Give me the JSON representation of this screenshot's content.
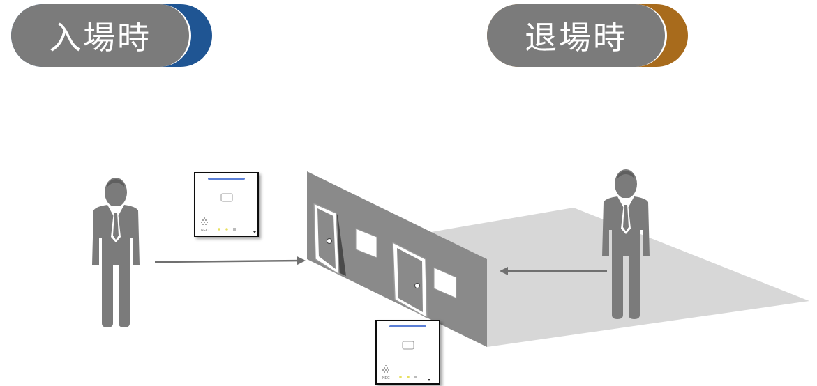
{
  "labels": {
    "entry": "入場時",
    "exit": "退場時"
  },
  "colors": {
    "pill_gray": "#7b7b7b",
    "entry_accent": "#1f5593",
    "exit_accent": "#a86b1c",
    "person": "#7b7b7b",
    "wall": "#8a8a8a",
    "floor": "#d7d7d7",
    "arrow": "#707070",
    "device_bar": "#5b7fd6"
  },
  "devices": {
    "brand": "NEC"
  },
  "icons": [
    "person-icon",
    "door-icon",
    "arrow-right-icon",
    "arrow-left-icon",
    "card-reader-icon"
  ]
}
